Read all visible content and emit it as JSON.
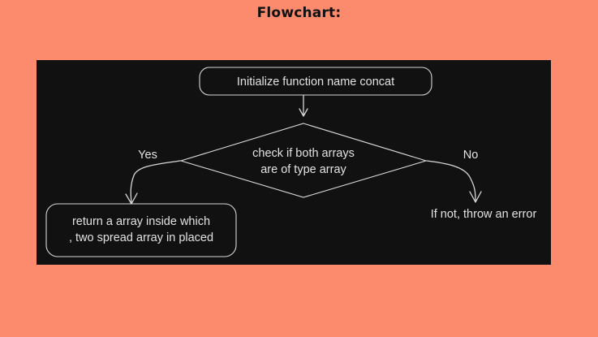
{
  "page": {
    "title": "Flowchart:",
    "background_color": "#fc8b6d",
    "panel_color": "#111111",
    "stroke_color": "#d8d8d8",
    "text_color": "#e2e2e2"
  },
  "flowchart": {
    "nodes": [
      {
        "id": "init",
        "shape": "rounded-rect",
        "lines": [
          "Initialize function name concat"
        ]
      },
      {
        "id": "check",
        "shape": "diamond",
        "lines": [
          "check if both arrays",
          "are of type array"
        ]
      },
      {
        "id": "return",
        "shape": "rounded-rect",
        "lines": [
          "return a array inside which",
          ", two spread array in placed"
        ]
      },
      {
        "id": "error",
        "shape": "text",
        "lines": [
          "If not, throw an error"
        ]
      }
    ],
    "edges": [
      {
        "id": "init-to-check",
        "from": "init",
        "to": "check",
        "label": ""
      },
      {
        "id": "check-to-return",
        "from": "check",
        "to": "return",
        "label": "Yes"
      },
      {
        "id": "check-to-error",
        "from": "check",
        "to": "error",
        "label": "No"
      }
    ]
  }
}
